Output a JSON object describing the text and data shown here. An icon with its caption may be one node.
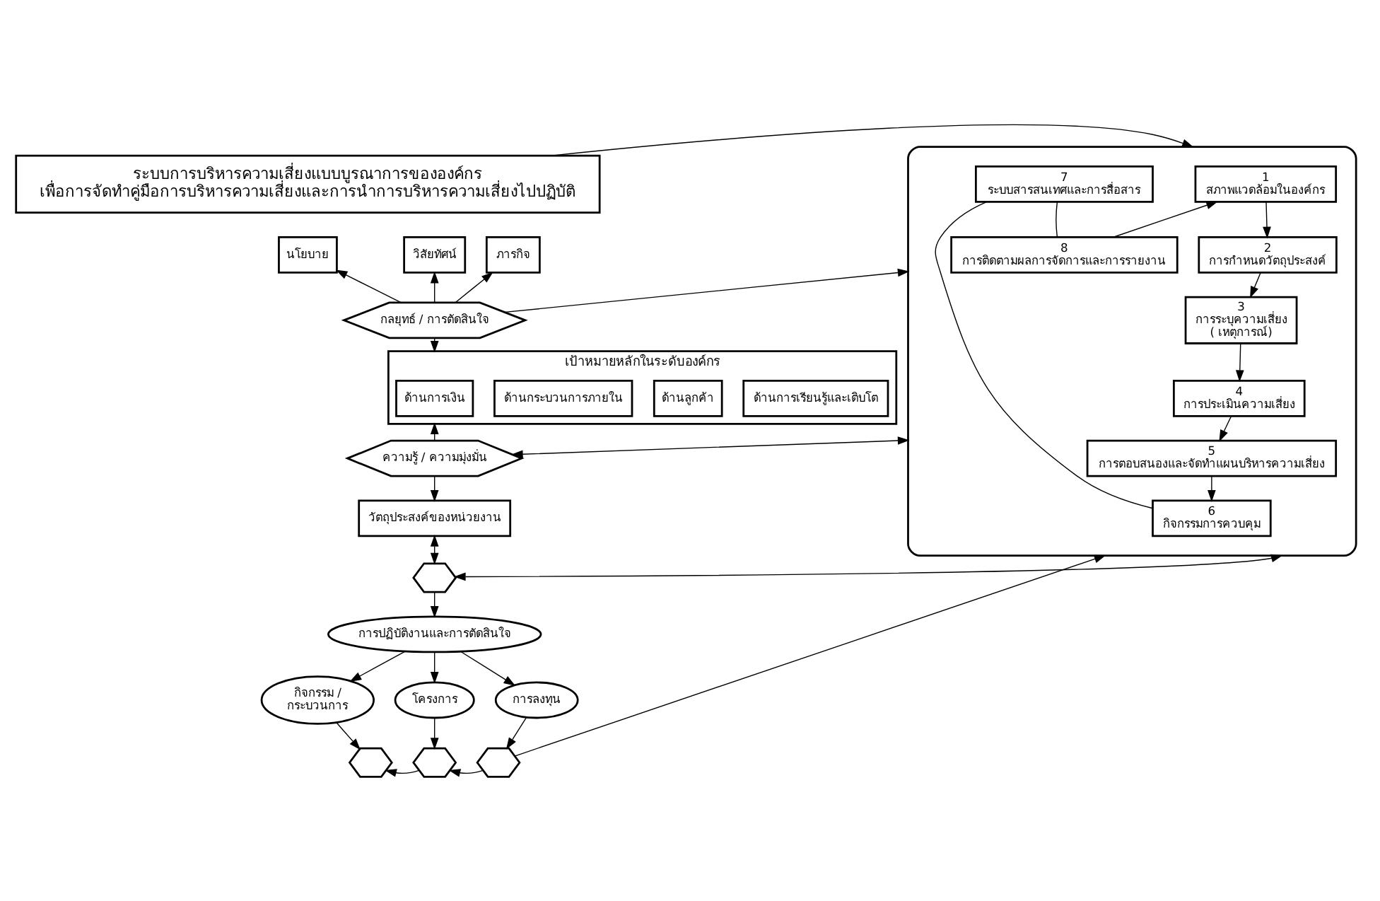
{
  "diagram": {
    "nodes": [
      {
        "text": [
          "ระบบการบริหารความเสี่ยงแบบบูรณาการขององค์กร",
          "เพื่อการจัดทำคู่มือการบริหารความเสี่ยงและการนำการบริหารความเสี่ยงไปปฏิบัติ"
        ]
      },
      {
        "text": [
          "วิสัยทัศน์"
        ]
      },
      {
        "text": [
          "นโยบาย"
        ]
      },
      {
        "text": [
          "ภารกิจ"
        ]
      },
      {
        "text": [
          "กลยุทธ์ / การตัดสินใจ"
        ]
      },
      {
        "text": [
          "เป้าหมายหลักในระดับองค์กร"
        ]
      },
      {
        "text": [
          "ด้านการเงิน"
        ],
        "in": 5
      },
      {
        "text": [
          "ด้านกระบวนการภายใน"
        ],
        "in": 5
      },
      {
        "text": [
          "ด้านลูกค้า"
        ],
        "in": 5
      },
      {
        "text": [
          "ด้านการเรียนรู้และเติบโต"
        ],
        "in": 5
      },
      {
        "text": [
          "ความรู้ / ความมุ่งมั่น"
        ]
      },
      {
        "text": [
          "วัตถุประสงค์ของหน่วยงาน"
        ]
      },
      {
        "text": [],
        "shape": "hexagon"
      },
      {
        "text": [
          "การปฏิบัติงานและการตัดสินใจ"
        ]
      },
      {
        "text": [
          "กิจกรรม / กระบวนการ"
        ]
      },
      {
        "text": [
          "โครงการ"
        ]
      },
      {
        "text": [
          "การลงทุน"
        ]
      },
      {
        "text": [],
        "shape": "hexagon"
      },
      {
        "text": [],
        "shape": "hexagon"
      },
      {
        "text": [],
        "shape": "hexagon"
      },
      {
        "text": [],
        "shape": "hexagon"
      },
      {
        "text": [
          "1 สภาพแวดล้อมในองค์กร"
        ],
        "in": 20
      },
      {
        "text": [
          "2 การกำหนดวัตถุประสงค์"
        ],
        "in": 20
      },
      {
        "text": [
          "3 การระบุความเสี่ยง ( เหตุการณ์)"
        ],
        "in": 20
      },
      {
        "text": [
          "4 การประเมินความเสี่ยง"
        ],
        "in": 20
      },
      {
        "text": [
          "5 การตอบสนองและจัดทำแผนบริหารความเสี่ยง"
        ],
        "in": 20
      },
      {
        "text": [
          "6 กิจกรรมการควบคุม"
        ],
        "in": 20
      },
      {
        "text": [
          "7 ระบบสารสนเทศและการสื่อสาร"
        ],
        "in": 20
      },
      {
        "text": [
          "8 การติดตามผลการจัดการและการรายงาน"
        ],
        "in": 20
      }
    ],
    "edges": [
      {
        "from": 4,
        "to": 1,
        "arrow": "to"
      },
      {
        "from": 4,
        "to": 2,
        "arrow": "to"
      },
      {
        "from": 4,
        "to": 3,
        "arrow": "to"
      },
      {
        "from": 4,
        "to": 5,
        "arrow": "to"
      },
      {
        "from": 4,
        "to": 20,
        "arrow": "to"
      },
      {
        "from": 0,
        "to": 20,
        "arrow": "to"
      },
      {
        "from": 10,
        "to": 5,
        "arrow": "to"
      },
      {
        "from": 10,
        "to": 20,
        "arrow": "both"
      },
      {
        "from": 10,
        "to": 11,
        "arrow": "to"
      },
      {
        "from": 11,
        "to": 12,
        "arrow": "both"
      },
      {
        "from": 12,
        "to": 20,
        "arrow": "both"
      },
      {
        "from": 12,
        "to": 13,
        "arrow": "to"
      },
      {
        "from": 13,
        "to": 14,
        "arrow": "to"
      },
      {
        "from": 13,
        "to": 15,
        "arrow": "to"
      },
      {
        "from": 13,
        "to": 16,
        "arrow": "to"
      },
      {
        "from": 14,
        "to": 17,
        "arrow": "to"
      },
      {
        "from": 15,
        "to": 18,
        "arrow": "to"
      },
      {
        "from": 16,
        "to": 19,
        "arrow": "to"
      },
      {
        "from": 18,
        "to": 17,
        "arrow": "to"
      },
      {
        "from": 19,
        "to": 18,
        "arrow": "to"
      },
      {
        "from": 19,
        "to": 20,
        "arrow": "to"
      },
      {
        "from": 21,
        "to": 22,
        "arrow": "to"
      },
      {
        "from": 22,
        "to": 23,
        "arrow": "to"
      },
      {
        "from": 23,
        "to": 24,
        "arrow": "to"
      },
      {
        "from": 24,
        "to": 25,
        "arrow": "to"
      },
      {
        "from": 25,
        "to": 26,
        "arrow": "to"
      },
      {
        "from": 26,
        "to": 27,
        "arrow": "none"
      },
      {
        "from": 27,
        "to": 28,
        "arrow": "none"
      },
      {
        "from": 28,
        "to": 21,
        "arrow": "to"
      }
    ]
  }
}
